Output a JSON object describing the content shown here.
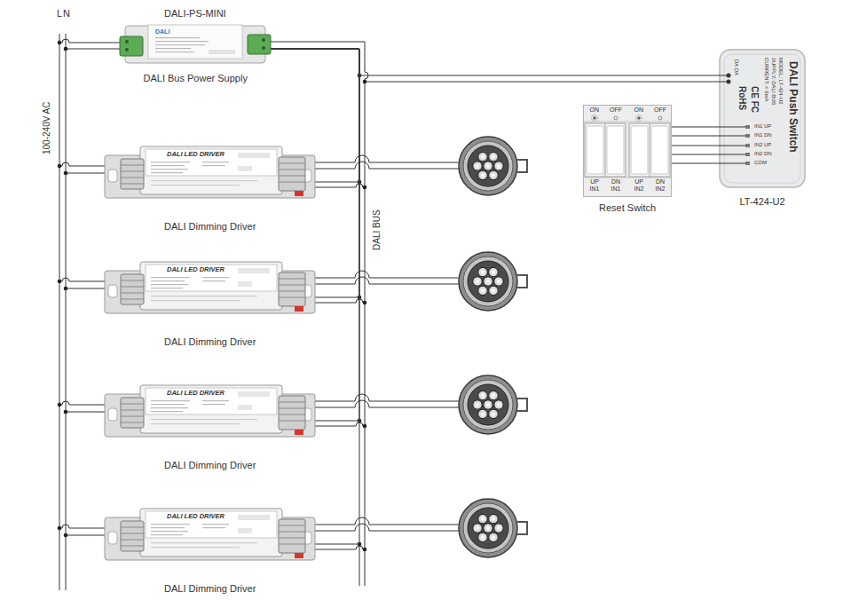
{
  "diagram": {
    "nodes": [
      {
        "text": [
          "DALI-PS-MINI",
          "DALI",
          "DALI Bus Power Supply"
        ]
      },
      {
        "text": [
          "DALI LED DRIVER",
          "DALI Dimming Driver"
        ]
      },
      {
        "text": [
          "DALI LED DRIVER",
          "DALI Dimming Driver"
        ]
      },
      {
        "text": [
          "DALI LED DRIVER",
          "DALI Dimming Driver"
        ]
      },
      {
        "text": [
          "DALI LED DRIVER",
          "DALI Dimming Driver"
        ]
      },
      {
        "text": [
          "ON",
          "OFF",
          "ON",
          "OFF",
          "UP IN1",
          "DN IN1",
          "UP IN2",
          "DN IN2",
          "Reset Switch"
        ]
      },
      {
        "text": [
          "DALI Push Switch",
          "MODEL: LT-424-U2",
          "SUPPLY: DALI BUS",
          "CURRENT: < 6mA",
          "DA DA",
          "CE FC",
          "RoHS",
          "IN1 UP",
          "IN1 DN",
          "IN2 UP",
          "IN2 DN",
          "COM",
          "LT-424-U2"
        ]
      }
    ],
    "edges": [
      {
        "from": 0,
        "to": 1,
        "arrow": "none"
      },
      {
        "from": 0,
        "to": 2,
        "arrow": "none"
      },
      {
        "from": 0,
        "to": 3,
        "arrow": "none"
      },
      {
        "from": 0,
        "to": 4,
        "arrow": "none"
      },
      {
        "from": 0,
        "to": 6,
        "arrow": "none"
      },
      {
        "from": 5,
        "to": 6,
        "arrow": "none"
      }
    ],
    "labels": [
      "L",
      "N",
      "100-240V AC",
      "DALI BUS"
    ]
  }
}
